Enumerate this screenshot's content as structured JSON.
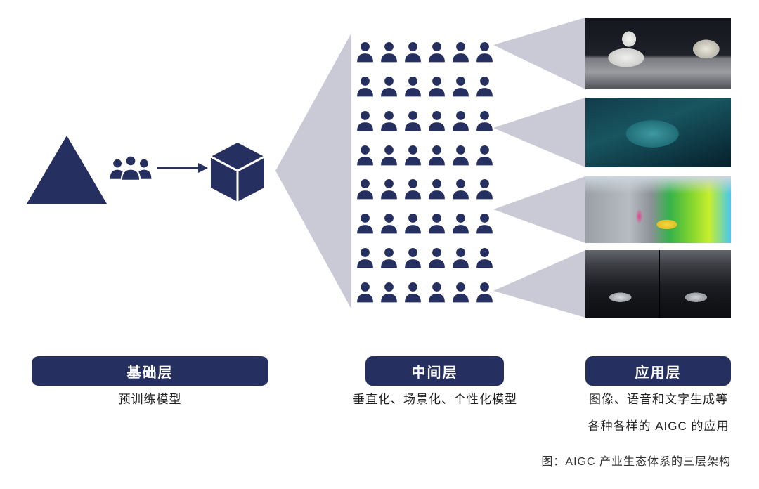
{
  "diagram": {
    "figure_caption": "图：AIGC 产业生态体系的三层架构",
    "layers": [
      {
        "label": "基础层",
        "caption_lines": [
          "预训练模型"
        ]
      },
      {
        "label": "中间层",
        "caption_lines": [
          "垂直化、场景化、个性化模型"
        ]
      },
      {
        "label": "应用层",
        "caption_lines": [
          "图像、语音和文字生成等",
          "各种各样的 AIGC 的应用"
        ]
      }
    ],
    "people_grid": {
      "rows": 8,
      "cols": 6
    },
    "colors": {
      "navy": "#253061",
      "connector_gray": "#c9cad6",
      "background": "#ffffff"
    },
    "icons": [
      "triangle-icon",
      "user-group-icon",
      "arrow-right-icon",
      "cube-icon",
      "person-icon"
    ],
    "app_images": [
      {
        "name": "astronaut-horse-image"
      },
      {
        "name": "underwater-portrait-image"
      },
      {
        "name": "street-segmentation-image"
      },
      {
        "name": "night-driving-image"
      }
    ]
  }
}
